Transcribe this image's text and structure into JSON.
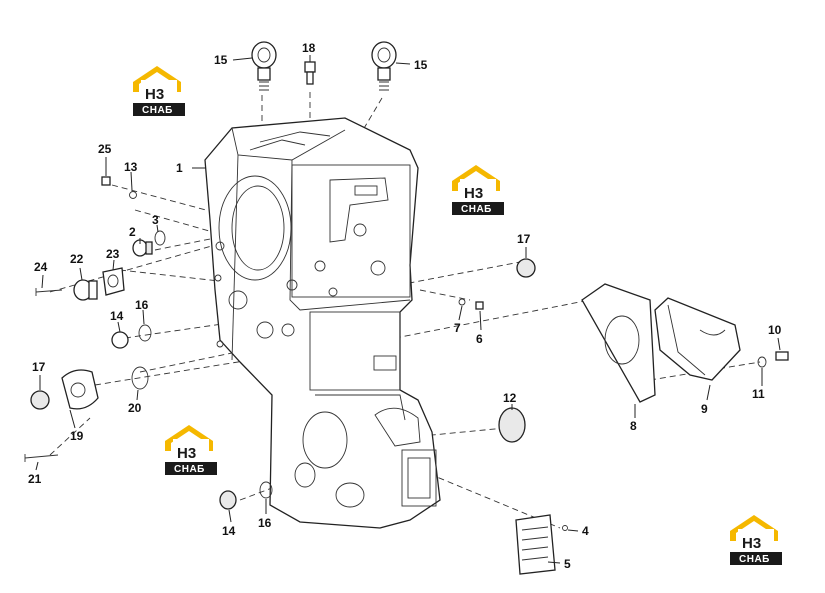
{
  "logo": {
    "mark": "H3",
    "text": "СНАБ",
    "colors": {
      "accent": "#f5b800",
      "dark": "#1a1a1a",
      "text": "#ffffff"
    }
  },
  "callouts": [
    "1",
    "2",
    "3",
    "4",
    "5",
    "6",
    "7",
    "8",
    "9",
    "10",
    "11",
    "12",
    "13",
    "14",
    "14",
    "15",
    "15",
    "16",
    "16",
    "17",
    "17",
    "18",
    "19",
    "20",
    "21",
    "22",
    "23",
    "24",
    "25"
  ]
}
